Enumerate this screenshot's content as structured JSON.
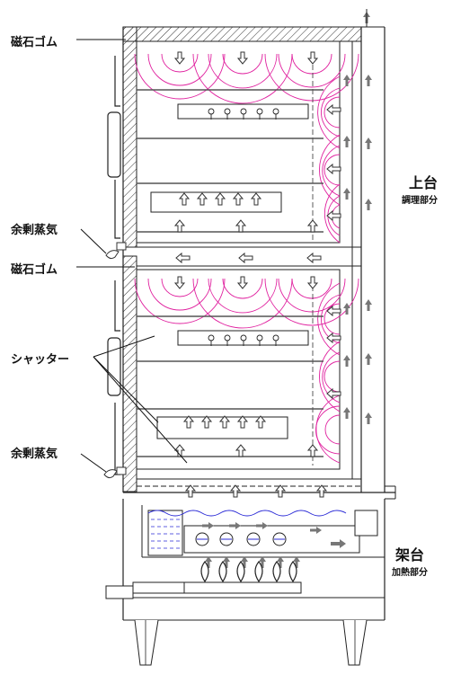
{
  "labels": {
    "magnet_rubber_top": "磁石ゴム",
    "magnet_rubber_mid": "磁石ゴム",
    "excess_steam_upper": "余剰蒸気",
    "excess_steam_lower": "余剰蒸気",
    "shutter": "シャッター",
    "upper_unit": "上台",
    "cooking_section": "調理部分",
    "stand": "架台",
    "heating_section": "加熱部分"
  },
  "colors": {
    "line": "#111111",
    "steam": "#e0219f",
    "water": "#2b2bd6",
    "flame": "#222222",
    "arrow": "#777777"
  }
}
